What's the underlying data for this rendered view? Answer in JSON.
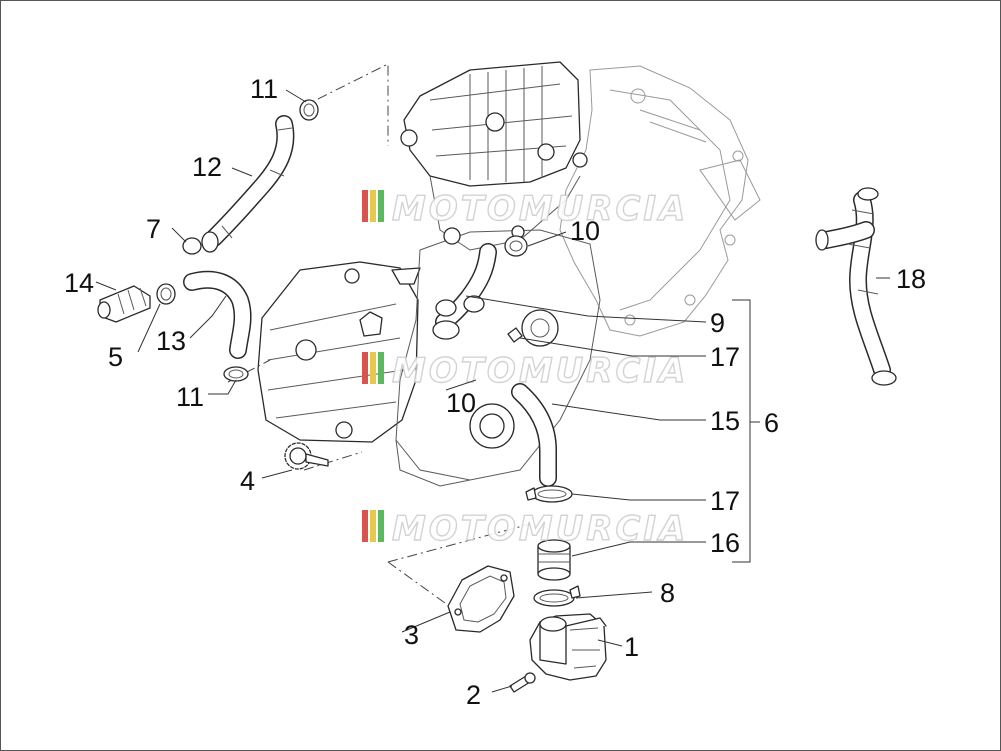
{
  "watermark": {
    "text": "MOTOMURCIA",
    "stripe_colors": [
      "#d9534f",
      "#e8c84a",
      "#5cb85c"
    ]
  },
  "callouts": [
    {
      "id": "c11a",
      "text": "11"
    },
    {
      "id": "c12",
      "text": "12"
    },
    {
      "id": "c7",
      "text": "7"
    },
    {
      "id": "c14",
      "text": "14"
    },
    {
      "id": "c5",
      "text": "5"
    },
    {
      "id": "c13",
      "text": "13"
    },
    {
      "id": "c11b",
      "text": "11"
    },
    {
      "id": "c4",
      "text": "4"
    },
    {
      "id": "c10a",
      "text": "10"
    },
    {
      "id": "c9",
      "text": "9"
    },
    {
      "id": "c17a",
      "text": "17"
    },
    {
      "id": "c10b",
      "text": "10"
    },
    {
      "id": "c15",
      "text": "15"
    },
    {
      "id": "c6",
      "text": "6"
    },
    {
      "id": "c17b",
      "text": "17"
    },
    {
      "id": "c16",
      "text": "16"
    },
    {
      "id": "c18",
      "text": "18"
    },
    {
      "id": "c8",
      "text": "8"
    },
    {
      "id": "c3",
      "text": "3"
    },
    {
      "id": "c1",
      "text": "1"
    },
    {
      "id": "c2",
      "text": "2"
    }
  ]
}
